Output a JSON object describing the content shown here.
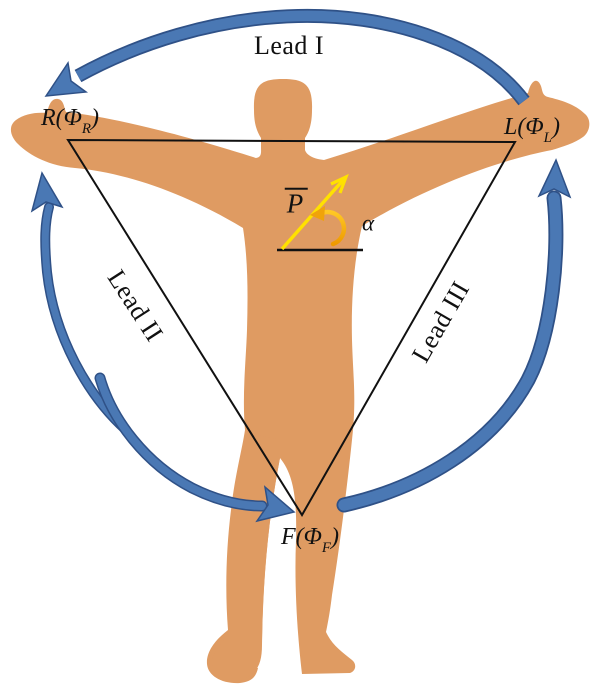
{
  "diagram": {
    "leads": {
      "lead_i": "Lead I",
      "lead_ii": "Lead II",
      "lead_iii": "Lead III"
    },
    "electrodes": {
      "right_arm": {
        "pre": "R(Φ",
        "sub": "R",
        "post": ")"
      },
      "left_arm": {
        "pre": "L(Φ",
        "sub": "L",
        "post": ")"
      },
      "foot": {
        "pre": "F(Φ",
        "sub": "F",
        "post": ")"
      }
    },
    "vector": {
      "symbol": "P"
    },
    "angle": {
      "symbol": "α"
    }
  },
  "colors": {
    "background": "#FFFFFF",
    "body_skin": "#DF9B62",
    "arrow_blue": "#4A78B4",
    "arrow_blue_edge": "#2F5187",
    "triangle_black": "#111111",
    "vector_yellow": "#FFE100",
    "angle_arc_orange": "#F0A30A",
    "text": "#111111"
  }
}
